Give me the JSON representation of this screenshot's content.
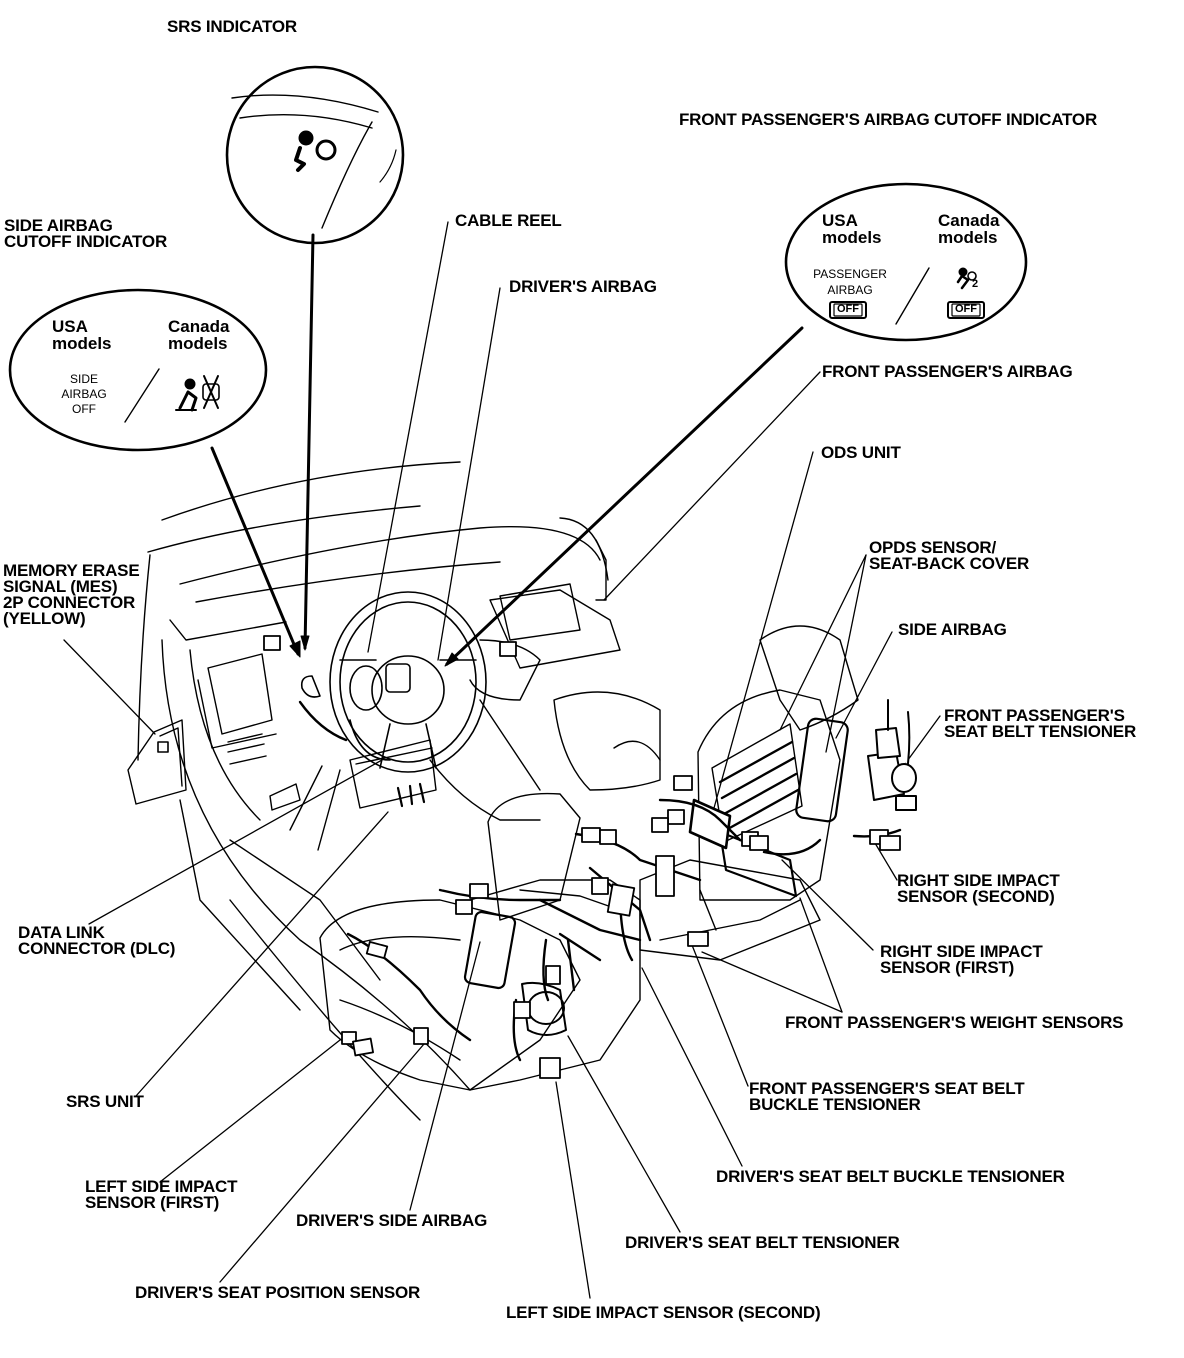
{
  "labels": {
    "srs_indicator": "SRS INDICATOR",
    "front_passenger_airbag_cutoff_indicator": "FRONT PASSENGER'S AIRBAG CUTOFF INDICATOR",
    "side_airbag_cutoff_indicator": "SIDE AIRBAG\nCUTOFF INDICATOR",
    "cable_reel": "CABLE REEL",
    "drivers_airbag": "DRIVER'S AIRBAG",
    "front_passenger_airbag": "FRONT PASSENGER'S AIRBAG",
    "ods_unit": "ODS UNIT",
    "opds_sensor": "OPDS SENSOR/\nSEAT-BACK COVER",
    "side_airbag": "SIDE AIRBAG",
    "front_passenger_seat_belt_tensioner": "FRONT PASSENGER'S\nSEAT BELT TENSIONER",
    "memory_erase_signal": "MEMORY ERASE\nSIGNAL (MES)\n2P CONNECTOR\n(YELLOW)",
    "right_side_impact_sensor_second": "RIGHT SIDE IMPACT\nSENSOR (SECOND)",
    "right_side_impact_sensor_first": "RIGHT SIDE IMPACT\nSENSOR (FIRST)",
    "data_link_connector": "DATA LINK\nCONNECTOR (DLC)",
    "front_passenger_weight_sensors": "FRONT PASSENGER'S WEIGHT SENSORS",
    "srs_unit": "SRS UNIT",
    "front_passenger_seat_belt_buckle_tensioner": "FRONT PASSENGER'S SEAT BELT\nBUCKLE TENSIONER",
    "drivers_seat_belt_buckle_tensioner": "DRIVER'S SEAT BELT BUCKLE TENSIONER",
    "left_side_impact_sensor_first": "LEFT SIDE IMPACT\nSENSOR (FIRST)",
    "drivers_side_airbag": "DRIVER'S SIDE AIRBAG",
    "drivers_seat_belt_tensioner": "DRIVER'S SEAT BELT TENSIONER",
    "drivers_seat_position_sensor": "DRIVER'S SEAT POSITION SENSOR",
    "left_side_impact_sensor_second": "LEFT SIDE IMPACT SENSOR (SECOND)"
  },
  "side_cutoff_inset": {
    "usa_models": "USA\nmodels",
    "canada_models": "Canada\nmodels",
    "indicator_text": "SIDE\nAIRBAG\nOFF"
  },
  "passenger_cutoff_inset": {
    "usa_models": "USA\nmodels",
    "canada_models": "Canada\nmodels",
    "indicator_text": "PASSENGER\nAIRBAG",
    "off_badge": "OFF",
    "canada_off_badge": "OFF",
    "canada_subscript": "2"
  },
  "icons": {
    "srs": "airbag-warning-icon",
    "side_cutoff": "side-airbag-off-icon",
    "passenger_cutoff": "passenger-airbag-off-icon"
  }
}
